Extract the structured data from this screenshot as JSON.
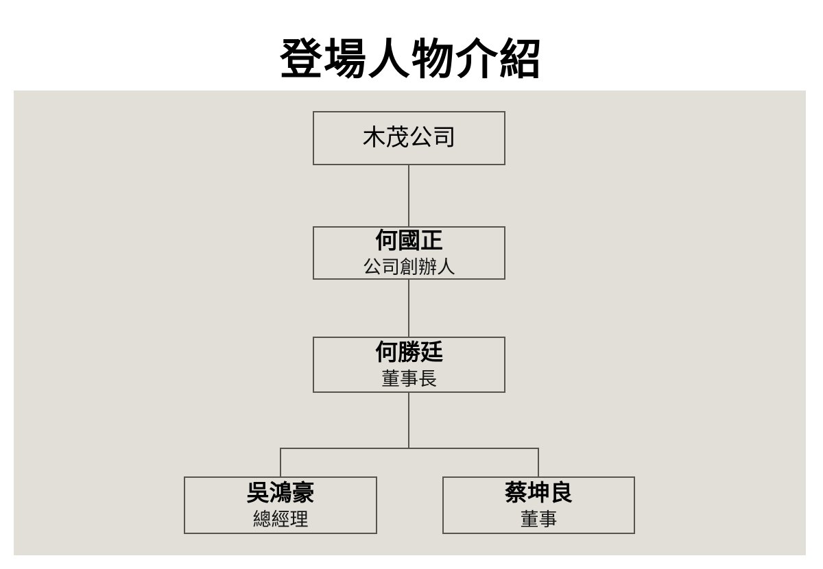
{
  "page": {
    "title": "登場人物介紹"
  },
  "colors": {
    "page_bg": "#ffffff",
    "panel_bg": "#e2dfd8",
    "line": "#57544f",
    "text": "#111111"
  },
  "org_chart": {
    "nodes": [
      {
        "id": "company",
        "name": "木茂公司",
        "role": ""
      },
      {
        "id": "founder",
        "name": "何國正",
        "role": "公司創辦人"
      },
      {
        "id": "chairman",
        "name": "何勝廷",
        "role": "董事長"
      },
      {
        "id": "gm",
        "name": "吳鴻豪",
        "role": "總經理"
      },
      {
        "id": "director",
        "name": "蔡坤良",
        "role": "董事"
      }
    ],
    "edges": [
      {
        "from": "company",
        "to": "founder"
      },
      {
        "from": "founder",
        "to": "chairman"
      },
      {
        "from": "chairman",
        "to": "gm"
      },
      {
        "from": "chairman",
        "to": "director"
      }
    ]
  }
}
